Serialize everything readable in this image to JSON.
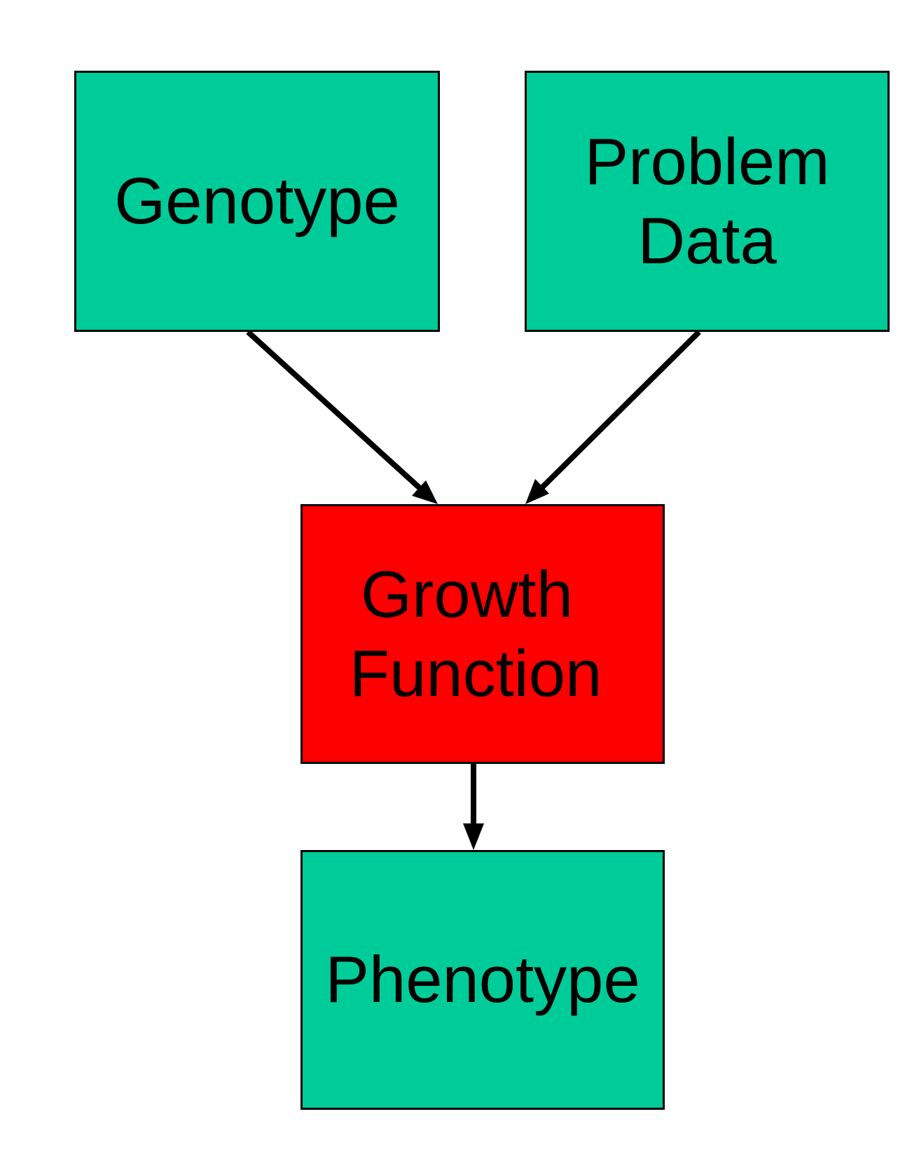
{
  "nodes": {
    "genotype": {
      "label": "Genotype"
    },
    "problem_data": {
      "label": "Problem\nData",
      "line1": "Problem",
      "line2": "Data"
    },
    "growth_function": {
      "label": "Growth\nFunction",
      "line1": "Growth",
      "line2": "Function"
    },
    "phenotype": {
      "label": "Phenotype"
    }
  },
  "edges": [
    {
      "from": "Genotype",
      "to": "Growth Function"
    },
    {
      "from": "Problem Data",
      "to": "Growth Function"
    },
    {
      "from": "Growth Function",
      "to": "Phenotype"
    }
  ],
  "colors": {
    "input_box": "#00CC99",
    "function_box": "#FF0000",
    "stroke": "#000000"
  }
}
